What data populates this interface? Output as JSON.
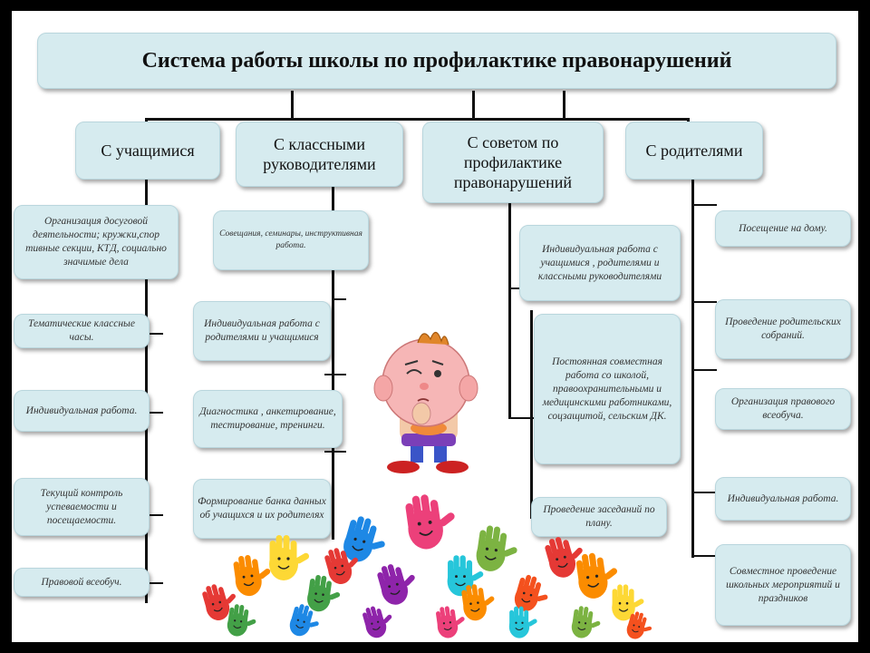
{
  "title": "Система работы школы по профилактике правонарушений",
  "categories": {
    "students": "С учащимися",
    "teachers": "С классными руководителями",
    "council": "С советом по профилактике правонарушений",
    "parents": "С родителями"
  },
  "students_items": [
    "Организация досуговой деятельности; кружки,спор тивные секции, КТД, социально значимые дела",
    "Тематические классные часы.",
    "Индивидуальная работа.",
    "Текущий контроль успеваемости и посещаемости.",
    "Правовой всеобуч."
  ],
  "teachers_items": [
    "Совещания, семинары, инструктивная работа.",
    "Индивидуальная работа с родителями и учащимися",
    "Диагностика , анкетирование, тестирование, тренинги.",
    "Формирование банка данных об учащихся и их родителях"
  ],
  "council_items": [
    "Индивидуальная работа с учащимися , родителями и классными руководителями",
    "Постоянная совместная работа со школой, правоохранительными и медицинскими работниками, соцзащитой, сельским ДК.",
    "Проведение заседаний по плану."
  ],
  "parents_items": [
    "Посещение на дому.",
    "Проведение родительских собраний.",
    "Организация правового всеобуча.",
    "Индивидуальная работа.",
    "Совместное проведение школьных мероприятий и праздников"
  ],
  "icons": {
    "child": "thinking-child-illustration",
    "hands": "colorful-hands-illustration"
  },
  "colors": {
    "box_fill": "#d6ebef",
    "box_border": "#b9d6dd",
    "line": "#111111",
    "frame": "#000000"
  }
}
